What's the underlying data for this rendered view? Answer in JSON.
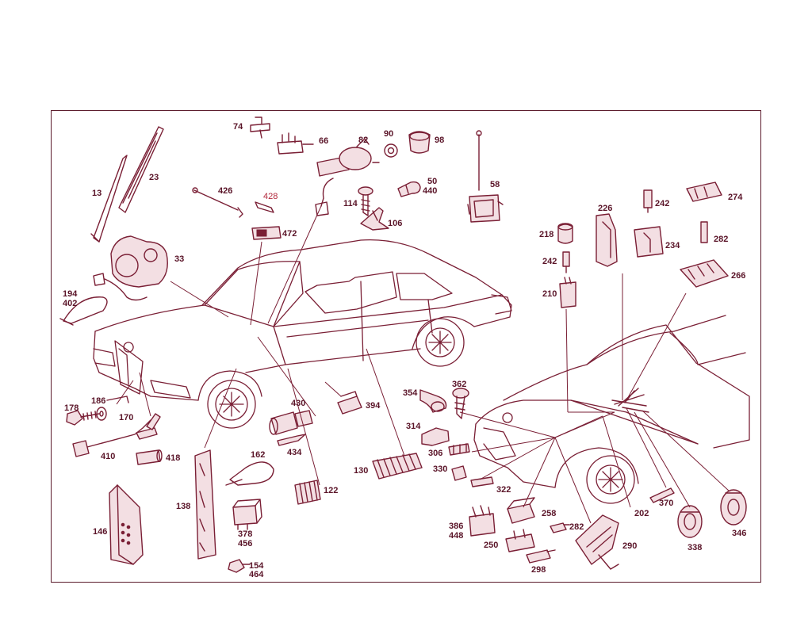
{
  "diagram": {
    "callouts": [
      "74",
      "66",
      "82",
      "90",
      "98",
      "23",
      "13",
      "426",
      "428",
      "114",
      "106",
      "50",
      "440",
      "58",
      "472",
      "33",
      "226",
      "242",
      "274",
      "218",
      "234",
      "282",
      "194",
      "402",
      "242",
      "266",
      "210",
      "178",
      "186",
      "170",
      "430",
      "394",
      "354",
      "362",
      "314",
      "306",
      "410",
      "418",
      "434",
      "162",
      "122",
      "130",
      "330",
      "322",
      "138",
      "146",
      "378",
      "456",
      "258",
      "386",
      "448",
      "282",
      "250",
      "290",
      "202",
      "370",
      "338",
      "346",
      "154",
      "464",
      "298"
    ],
    "highlighted_callout": "428",
    "colors": {
      "line": "#7a1f35",
      "label": "#5a1428",
      "highlight": "#b2283c",
      "frame": "#5a1a2a"
    }
  }
}
